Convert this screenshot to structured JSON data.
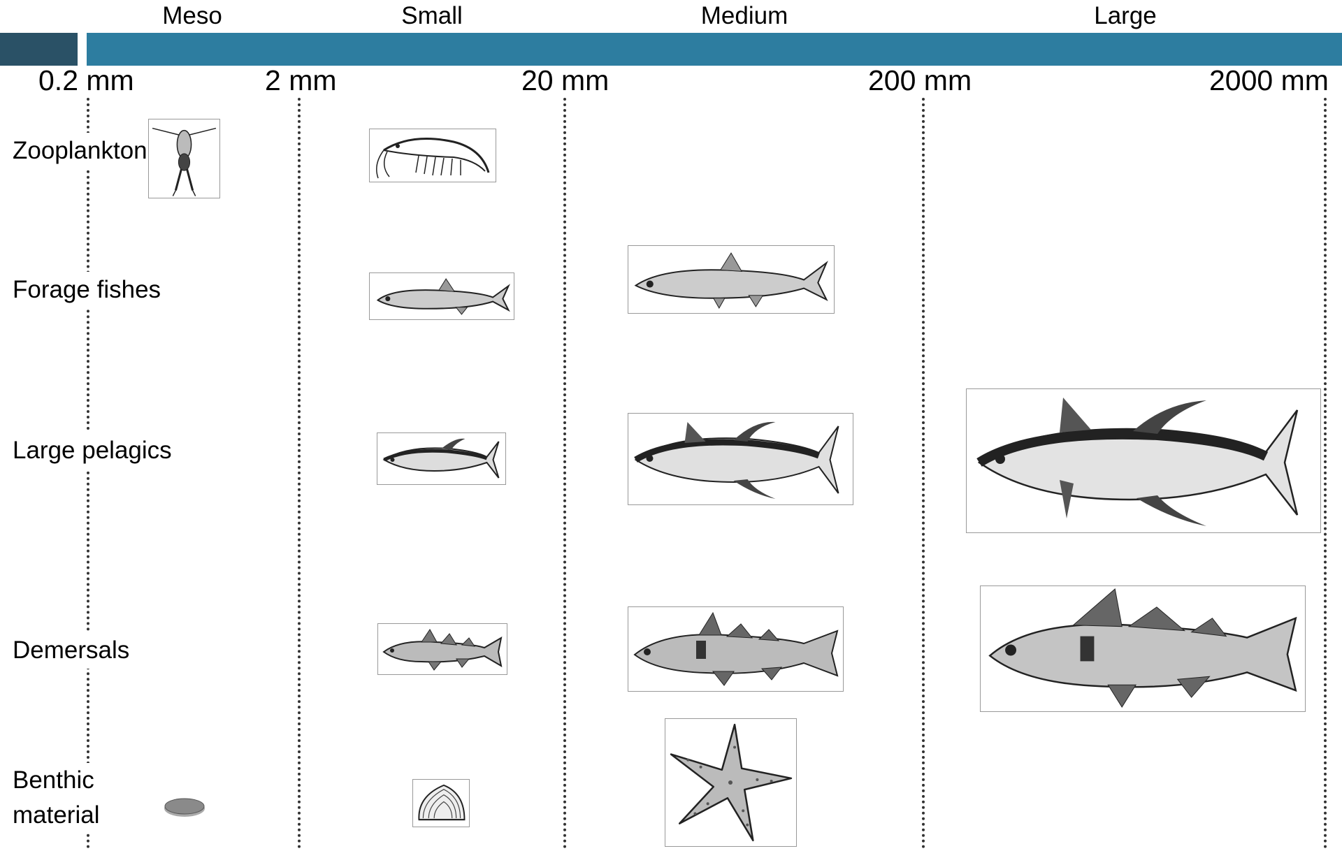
{
  "size_classes": [
    "Meso",
    "Small",
    "Medium",
    "Large"
  ],
  "scale_marks": [
    "0.2 mm",
    "2 mm",
    "20 mm",
    "200 mm",
    "2000 mm"
  ],
  "groups": {
    "zooplankton": "Zooplankton",
    "forage": "Forage fishes",
    "pelagics": "Large pelagics",
    "demersals": "Demersals",
    "benthic_1": "Benthic",
    "benthic_2": "material"
  },
  "colors": {
    "header_bar": "#2d7da0",
    "header_bar_dark": "#2a5166",
    "divider": "#333333"
  },
  "icons": {
    "copepod": "copepod-icon",
    "krill": "krill-icon",
    "small_forage": "small-forage-fish-icon",
    "medium_forage": "medium-forage-fish-icon",
    "small_tuna": "small-tuna-icon",
    "medium_tuna": "medium-tuna-icon",
    "large_tuna": "large-tuna-icon",
    "small_cod": "small-cod-icon",
    "medium_cod": "medium-cod-icon",
    "large_cod": "large-cod-icon",
    "detritus": "detritus-pellet-icon",
    "clam": "clam-icon",
    "starfish": "starfish-icon"
  }
}
